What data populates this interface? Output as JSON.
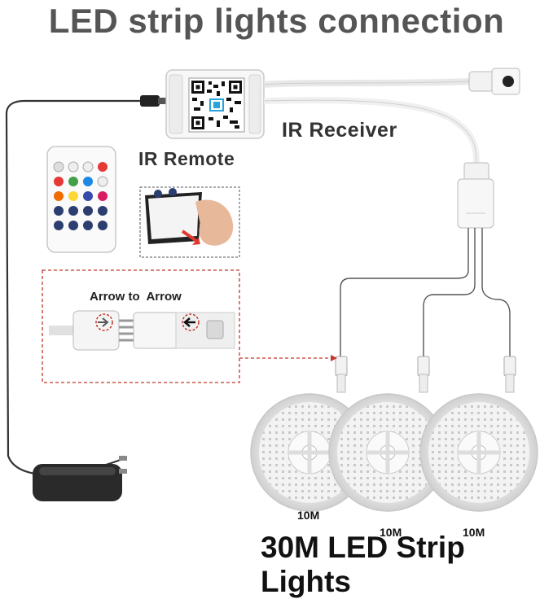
{
  "title": "LED strip lights connection",
  "labels": {
    "ir_receiver": "IR Receiver",
    "ir_remote": "IR Remote",
    "arrow_to_arrow": "Arrow to  Arrow",
    "strip_length_1": "10M",
    "strip_length_2": "10M",
    "strip_length_3": "10M",
    "bottom_caption": "30M LED Strip Lights"
  },
  "colors": {
    "cable": "#333333",
    "white_cable": "#f2f2f2",
    "dashed_box": "#c0392b",
    "arrow_red": "#e03a2f",
    "adapter": "#2a2a2a"
  }
}
